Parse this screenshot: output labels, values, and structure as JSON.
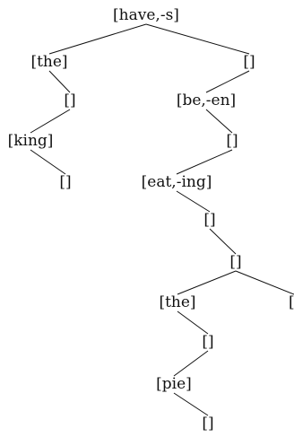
{
  "tree": {
    "nodes": [
      {
        "id": "n0",
        "label": "[have,-s]"
      },
      {
        "id": "n1",
        "label": "[the]"
      },
      {
        "id": "n2",
        "label": "[]"
      },
      {
        "id": "n3",
        "label": "[]"
      },
      {
        "id": "n4",
        "label": "[be,-en]"
      },
      {
        "id": "n5",
        "label": "[king]"
      },
      {
        "id": "n6",
        "label": "[]"
      },
      {
        "id": "n7",
        "label": "[]"
      },
      {
        "id": "n8",
        "label": "[eat,-ing]"
      },
      {
        "id": "n9",
        "label": "[]"
      },
      {
        "id": "n10",
        "label": "[]"
      },
      {
        "id": "n11",
        "label": "[the]"
      },
      {
        "id": "n12",
        "label": "[]"
      },
      {
        "id": "n13",
        "label": "[]"
      },
      {
        "id": "n14",
        "label": "[pie]"
      },
      {
        "id": "n15",
        "label": "[]"
      }
    ],
    "edges": [
      [
        "n0",
        "n1"
      ],
      [
        "n0",
        "n2"
      ],
      [
        "n1",
        "n3"
      ],
      [
        "n2",
        "n4"
      ],
      [
        "n3",
        "n5"
      ],
      [
        "n4",
        "n6"
      ],
      [
        "n5",
        "n7"
      ],
      [
        "n6",
        "n8"
      ],
      [
        "n8",
        "n9"
      ],
      [
        "n9",
        "n10"
      ],
      [
        "n10",
        "n11"
      ],
      [
        "n10",
        "n12"
      ],
      [
        "n11",
        "n13"
      ],
      [
        "n13",
        "n14"
      ],
      [
        "n14",
        "n15"
      ]
    ]
  }
}
